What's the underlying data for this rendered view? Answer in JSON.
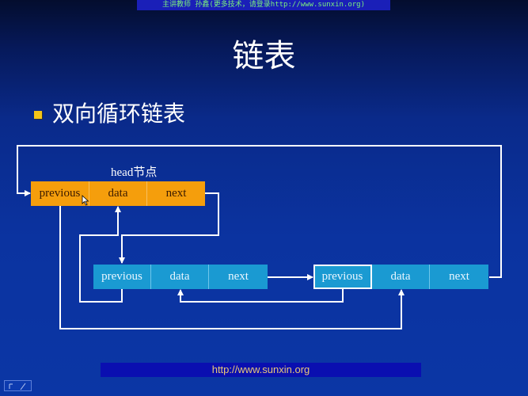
{
  "header": {
    "banner": "主讲教师 孙鑫(更多技术，请登录http://www.sunxin.org)"
  },
  "slide": {
    "title": "链表",
    "bullet": "双向循环链表",
    "head_label": "head节点"
  },
  "nodes": [
    {
      "id": "head",
      "cells": [
        "previous",
        "data",
        "next"
      ]
    },
    {
      "id": "node2",
      "cells": [
        "previous",
        "data",
        "next"
      ]
    },
    {
      "id": "node3",
      "cells": [
        "previous",
        "data",
        "next"
      ]
    }
  ],
  "footer": {
    "url": "http://www.sunxin.org"
  },
  "colors": {
    "head_node": "#f59e0c",
    "node": "#1a9ad2",
    "bullet": "#f5c518",
    "background": "#0b33a0",
    "wire": "#ffffff"
  }
}
